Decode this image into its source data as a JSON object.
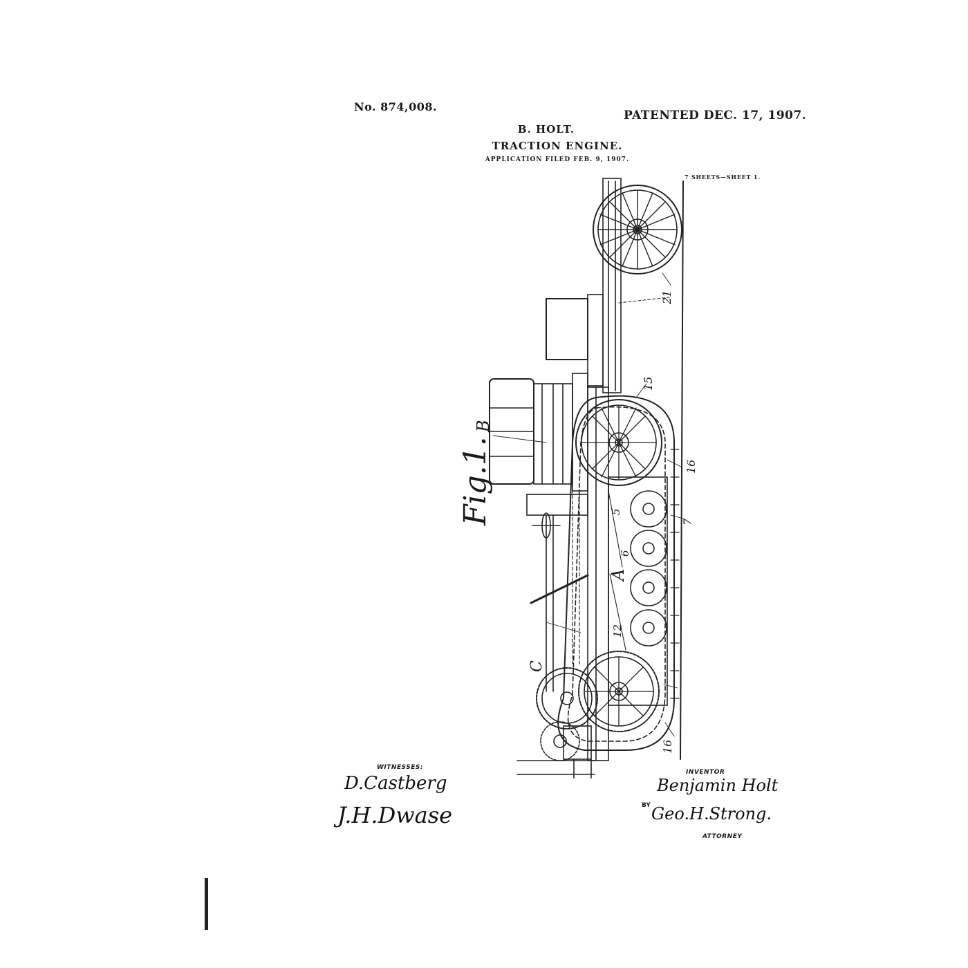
{
  "header": {
    "patent_number": "No. 874,008.",
    "patent_date": "PATENTED DEC. 17, 1907.",
    "inventor_name": "B. HOLT.",
    "title": "TRACTION ENGINE.",
    "application": "APPLICATION FILED FEB. 9, 1907.",
    "sheets": "7 SHEETS—SHEET 1."
  },
  "drawing": {
    "figure_label": "Fig.1.",
    "ref_labels": {
      "b": "B",
      "a": "A",
      "c": "C",
      "n21": "21",
      "n15": "15",
      "n16_top": "16",
      "n16_bottom": "16",
      "n7": "7",
      "n5": "5",
      "n6": "6",
      "n12": "12"
    }
  },
  "witnesses": {
    "label": "WITNESSES:",
    "signature_1": "D.Castberg",
    "signature_2": "J.H.Dwase"
  },
  "inventor": {
    "label": "INVENTOR",
    "signature": "Benjamin Holt",
    "by_label": "BY",
    "attorney_signature": "Geo.H.Strong.",
    "attorney_label": "ATTORNEY"
  }
}
